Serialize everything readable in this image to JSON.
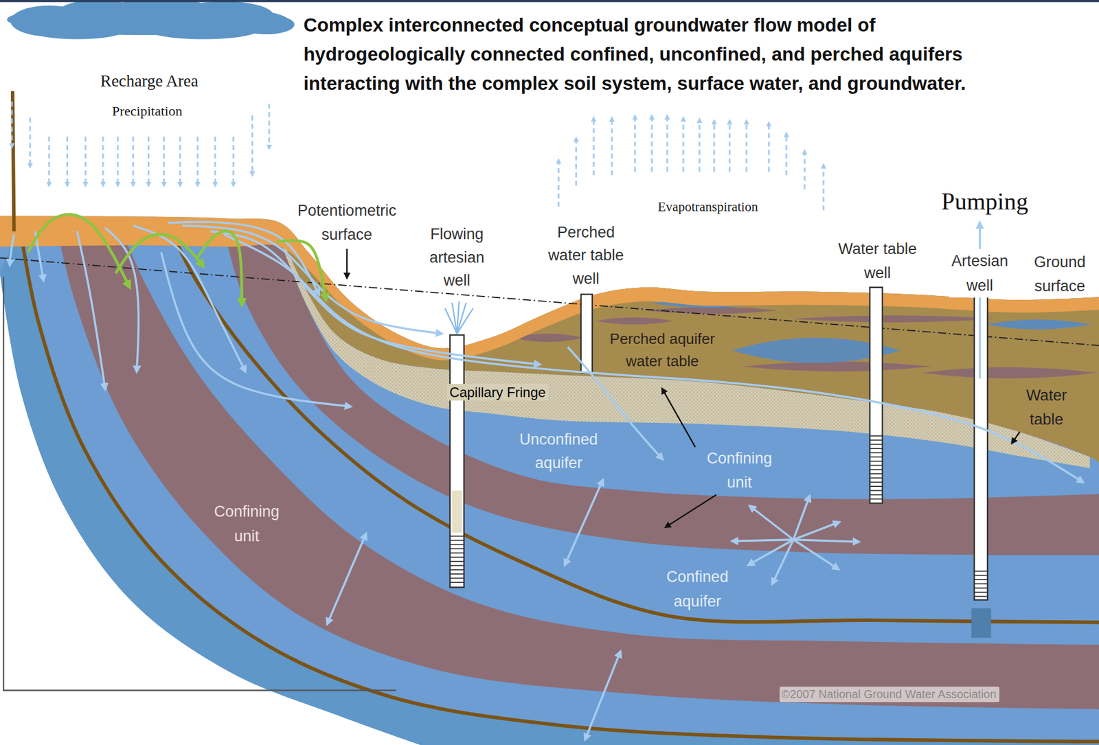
{
  "diagram": {
    "title": "Complex interconnected conceptual groundwater flow model of hydrogeologically connected confined, unconfined, and perched aquifers interacting with the complex soil system, surface water, and groundwater.",
    "labels": [
      "Recharge Area",
      "Precipitation",
      "Evapotranspiration",
      "Pumping",
      "Potentiometric surface",
      "Flowing artesian well",
      "Perched water table well",
      "Water table well",
      "Artesian well",
      "Ground surface",
      "Perched aquifer water table",
      "Capillary Fringe",
      "Water table",
      "Unconfined aquifer",
      "Confining unit",
      "Confining unit",
      "Confined aquifer",
      "©2007 National Ground Water Association"
    ]
  }
}
